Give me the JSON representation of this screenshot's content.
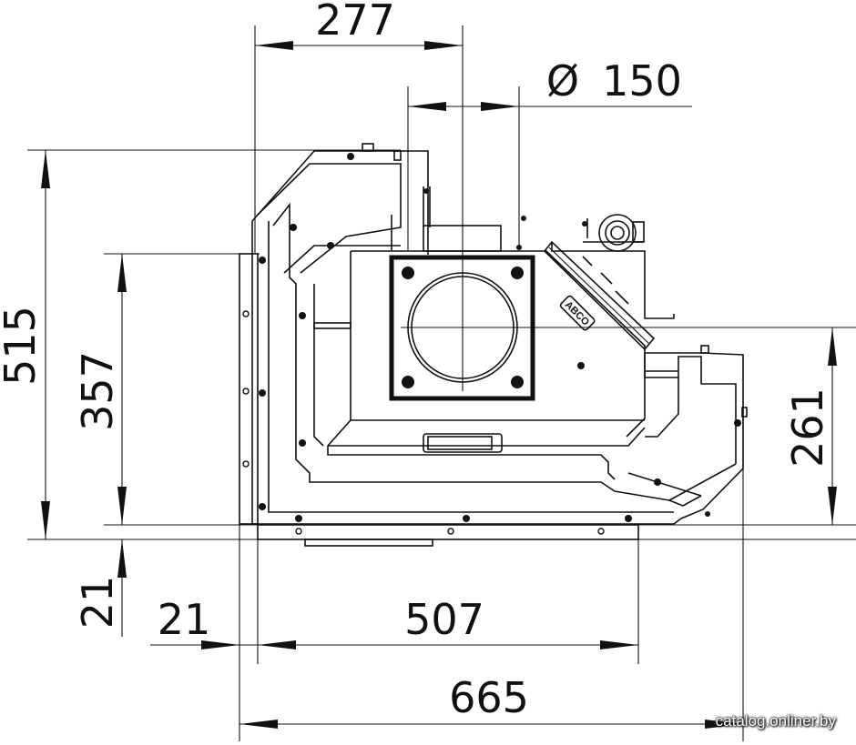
{
  "dimensions": {
    "top_width": "277",
    "diameter": "150",
    "diameter_symbol": "Ø",
    "total_height": "515",
    "mid_height": "357",
    "right_height": "261",
    "bottom_offset": "21",
    "left_offset": "21",
    "bottom_width": "507",
    "total_width": "665"
  },
  "brand_plate": "ABCO",
  "watermark": "catalog.onliner.by"
}
